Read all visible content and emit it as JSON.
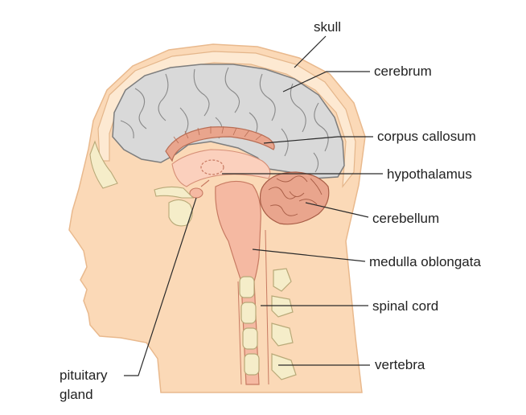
{
  "labels": {
    "skull": "skull",
    "cerebrum": "cerebrum",
    "corpus_callosum": "corpus callosum",
    "hypothalamus": "hypothalamus",
    "cerebellum": "cerebellum",
    "medulla_oblongata": "medulla oblongata",
    "spinal_cord": "spinal cord",
    "vertebra": "vertebra",
    "pituitary_line1": "pituitary",
    "pituitary_line2": "gland"
  },
  "colors": {
    "skin": "#fbd9b7",
    "skin_outline": "#e9b98d",
    "skull_band": "#fde9d2",
    "brain": "#d9d9d9",
    "brain_outline": "#7d7d7d",
    "brainstem": "#f5b9a2",
    "bone": "#f5edc9",
    "bone_outline": "#b8a978",
    "callosum": "#e9a58d",
    "text": "#222222"
  }
}
